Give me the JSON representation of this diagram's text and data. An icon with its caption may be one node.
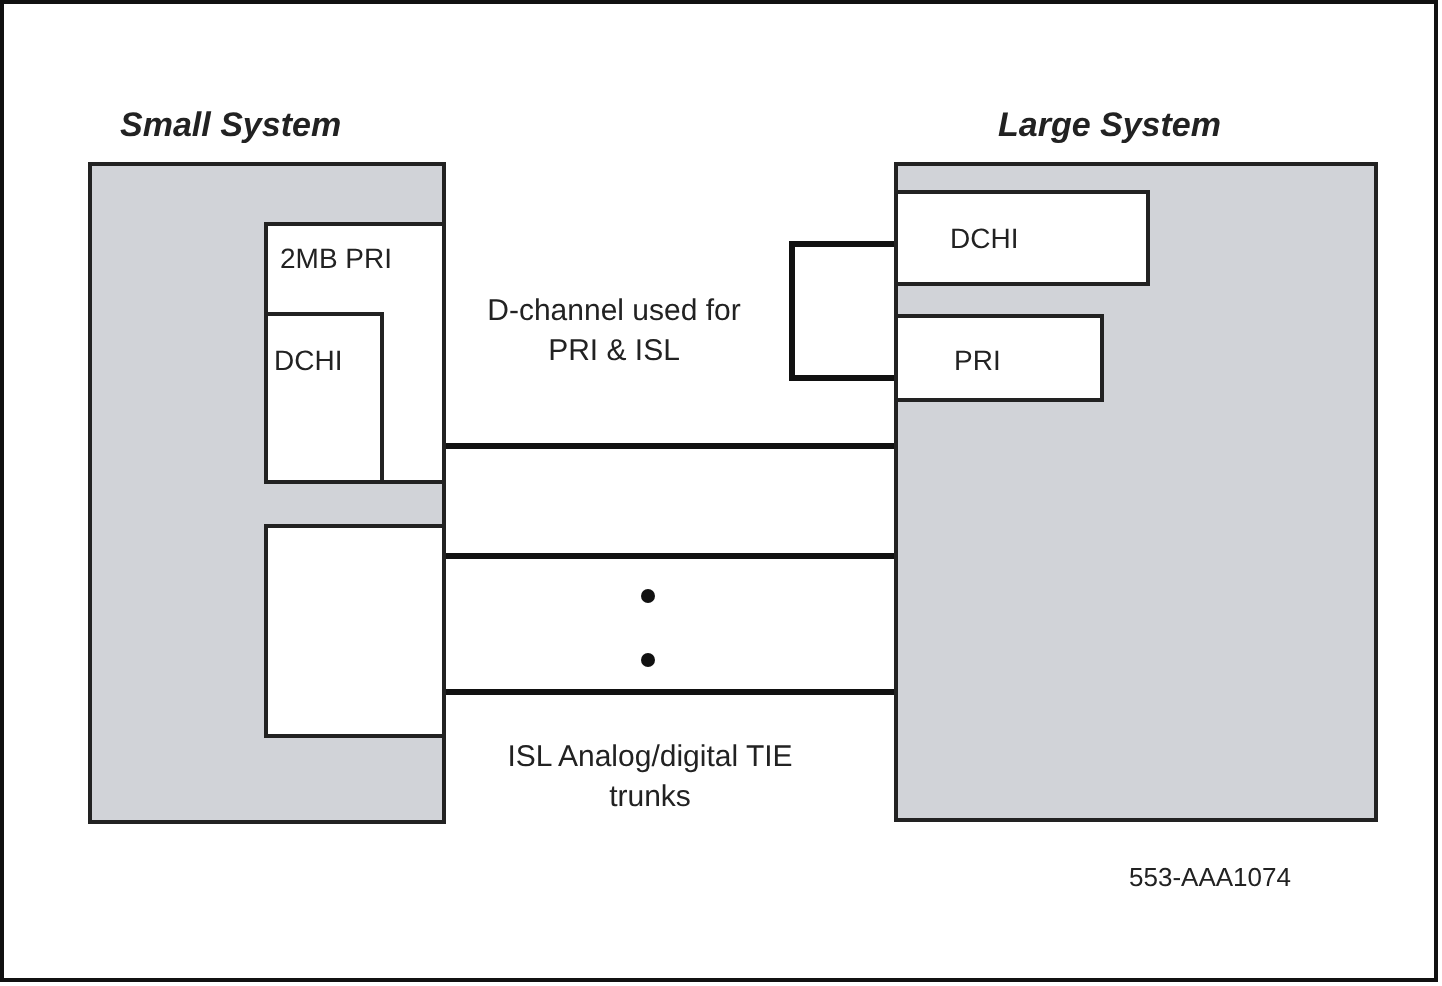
{
  "diagram": {
    "nodes": [
      {
        "text": [
          "Small System"
        ]
      },
      {
        "text": [
          "2MB PRI"
        ],
        "in": 0
      },
      {
        "text": [
          "DCHI"
        ],
        "in": 1
      },
      {
        "text": [],
        "shape": "box",
        "in": 0
      },
      {
        "text": [
          "Large System"
        ]
      },
      {
        "text": [
          "DCHI"
        ],
        "in": 4
      },
      {
        "text": [
          "PRI"
        ],
        "in": 4
      }
    ],
    "edges": [
      {
        "from": 5,
        "to": 6,
        "arrow": "none"
      },
      {
        "from": 1,
        "to": 4,
        "arrow": "none"
      },
      {
        "from": 3,
        "to": 4,
        "arrow": "none"
      },
      {
        "from": 3,
        "to": 4,
        "arrow": "none"
      }
    ],
    "labels": [
      "D-channel used for PRI & ISL",
      "ISL Analog/digital TIE trunks",
      "553-AAA1074"
    ]
  }
}
